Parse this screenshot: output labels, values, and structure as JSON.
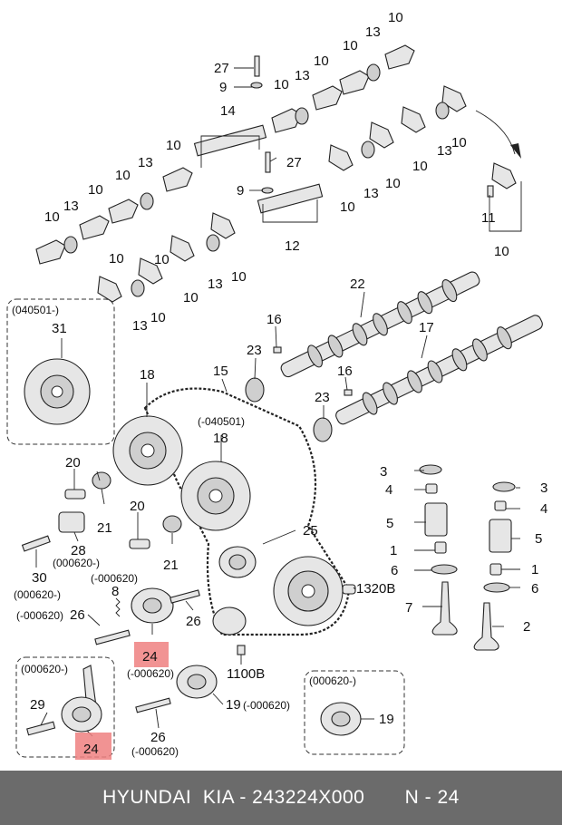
{
  "diagram": {
    "callouts": {
      "c1": "1",
      "c2": "2",
      "c3": "3",
      "c4": "4",
      "c5": "5",
      "c6": "6",
      "c7": "7",
      "c8": "8",
      "c9": "9",
      "c10": "10",
      "c11": "11",
      "c12": "12",
      "c13": "13",
      "c14": "14",
      "c15": "15",
      "c16": "16",
      "c17": "17",
      "c18": "18",
      "c19": "19",
      "c20": "20",
      "c21": "21",
      "c22": "22",
      "c23": "23",
      "c24": "24",
      "c25": "25",
      "c26": "26",
      "c27": "27",
      "c28": "28",
      "c29": "29",
      "c30": "30",
      "c31": "31",
      "c1100b": "1100B",
      "c1320b": "1320B"
    },
    "date_notes": {
      "n040501_from": "(040501-)",
      "n040501_to": "(-040501)",
      "n000620_from": "(000620-)",
      "n000620_to": "(-000620)"
    }
  },
  "footer": {
    "brand": "HYUNDAI  KIA - 243224X000",
    "page": "N - 24"
  }
}
